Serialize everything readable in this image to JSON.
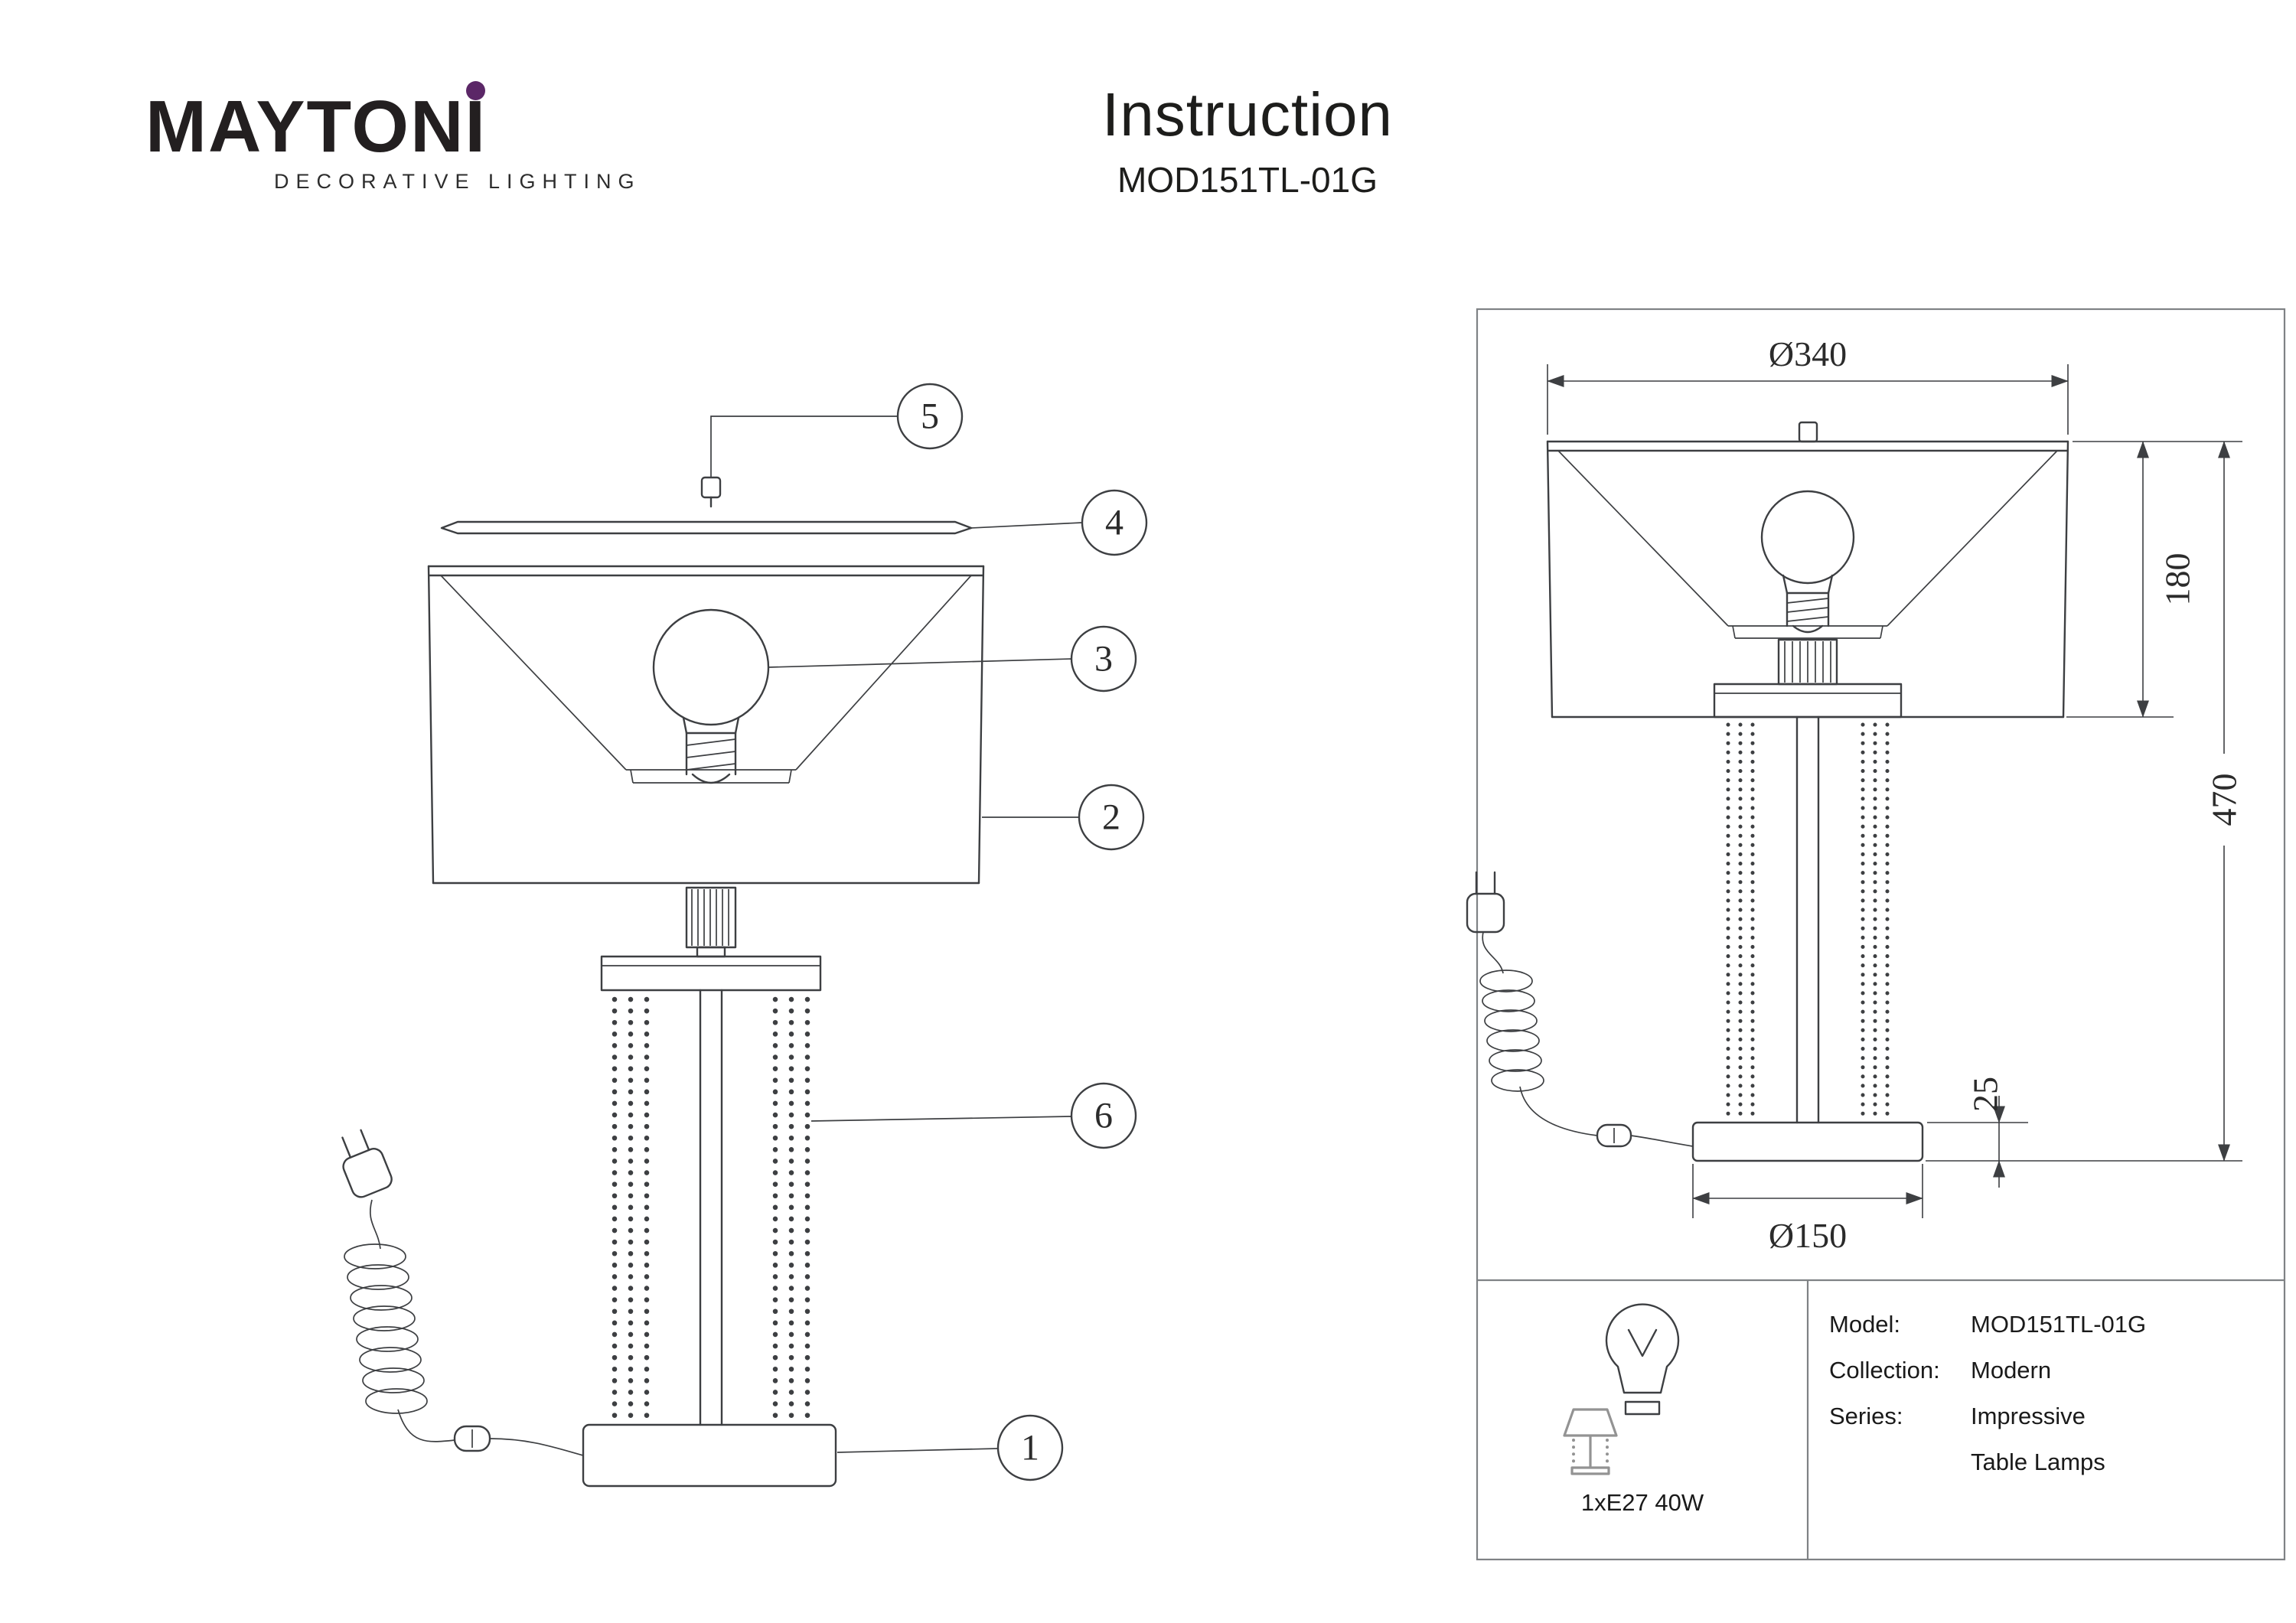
{
  "brand": {
    "logo_text": "MAYTONI",
    "logo_tagline": "DECORATIVE LIGHTING",
    "accent_color": "#5b2767"
  },
  "header": {
    "title": "Instruction",
    "model": "MOD151TL-01G"
  },
  "exploded_view": {
    "callout_1": "1",
    "callout_2": "2",
    "callout_3": "3",
    "callout_4": "4",
    "callout_5": "5",
    "callout_6": "6"
  },
  "dimension_view": {
    "shade_diameter": "Ø340",
    "shade_height": "180",
    "total_height": "470",
    "base_height": "25",
    "base_diameter": "Ø150"
  },
  "spec_panel": {
    "bulb_spec": "1xE27 40W",
    "rows": [
      {
        "label": "Model:",
        "value": "MOD151TL-01G"
      },
      {
        "label": "Collection:",
        "value": "Modern"
      },
      {
        "label": "Series:",
        "value": "Impressive"
      },
      {
        "label": "",
        "value": "Table Lamps"
      }
    ]
  }
}
